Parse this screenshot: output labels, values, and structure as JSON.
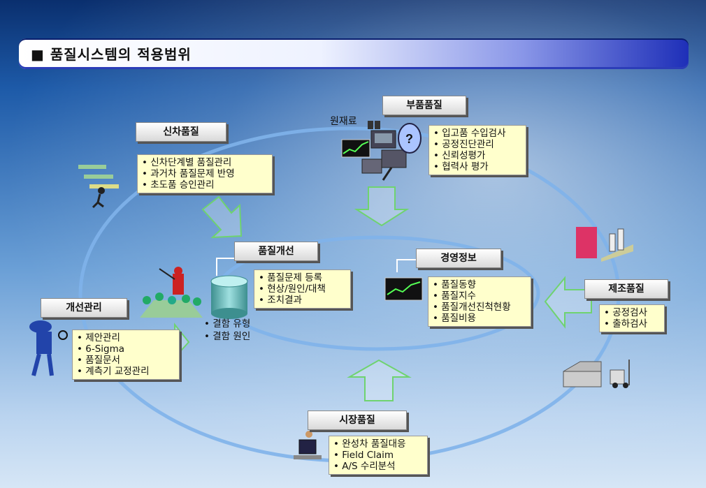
{
  "title": "■ 품질시스템의 적용범위",
  "sections": {
    "new_car": {
      "label": "신차품질",
      "items": [
        "신차단계별 품질관리",
        "과거차 품질문제 반영",
        "초도품 승인관리"
      ]
    },
    "parts": {
      "label": "부품품질",
      "items": [
        "입고품 수입검사",
        "공정진단관리",
        "신뢰성평가",
        "협력사 평가"
      ],
      "raw_material": "원재료"
    },
    "improvement_mgmt": {
      "label": "개선관리",
      "items": [
        "제안관리",
        "6-Sigma",
        "품질문서",
        "계측기 교정관리"
      ]
    },
    "quality_improvement": {
      "label": "품질개선",
      "items": [
        "품질문제 등록",
        "현상/원인/대책",
        "조치결과"
      ],
      "db_items": [
        "결함 유형",
        "결함 원인"
      ]
    },
    "mgmt_info": {
      "label": "경영정보",
      "items": [
        "품질동향",
        "품질지수",
        "품질개선진척현황",
        "품질비용"
      ]
    },
    "manufacturing": {
      "label": "제조품질",
      "items": [
        "공정검사",
        "출하검사"
      ]
    },
    "market": {
      "label": "시장품질",
      "items": [
        "완성차 품질대응",
        "Field Claim",
        "A/S 수리분석"
      ]
    }
  },
  "colors": {
    "title_bar_end": "#1e2fb8",
    "box_fill": "#ffffcc",
    "arrow_green": "#6fd36f"
  },
  "icons": [
    "question-mark-icon",
    "database-cylinder-icon",
    "chart-grid-icon",
    "factory-icon",
    "forklift-icon",
    "computer-user-icon",
    "inspector-icon",
    "presenter-icon",
    "machine-icon"
  ]
}
